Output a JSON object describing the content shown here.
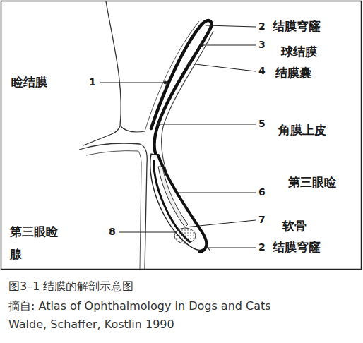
{
  "diagram": {
    "caption": "图3–1 结膜的解剖示意图",
    "labels": [
      "睑结膜",
      "1",
      "2",
      "结膜穹窿",
      "3",
      "球结膜",
      "4",
      "结膜囊",
      "5",
      "角膜上皮",
      "6",
      "第三眼睑",
      "7",
      "软骨",
      "第三眼睑 腺",
      "8",
      "2",
      "结膜穹窿",
      "摘自: Atlas of Ophthalmology in Dogs and Cats",
      "Walde, Schaffer, Kostlin 1990"
    ]
  }
}
